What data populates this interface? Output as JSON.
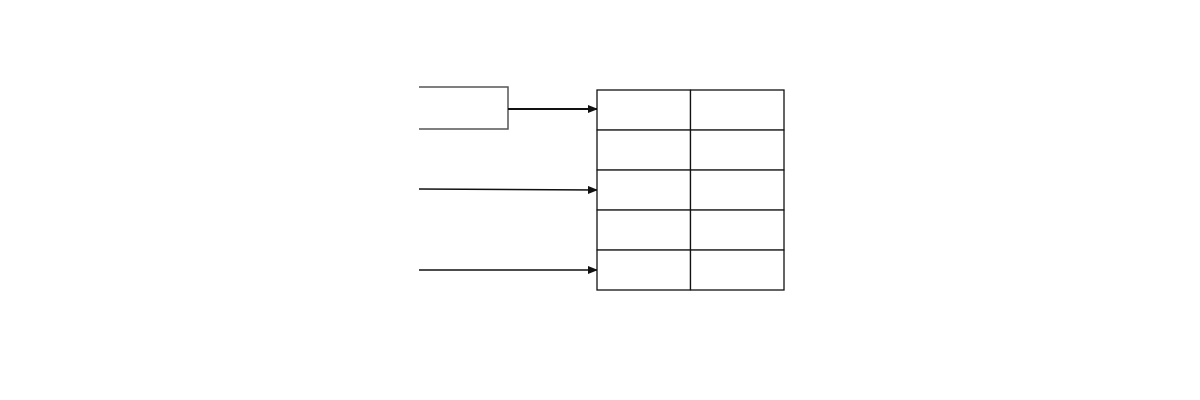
{
  "diagram": {
    "grid": {
      "rows": 5,
      "cols": 2,
      "cells": [
        [
          "",
          ""
        ],
        [
          "",
          ""
        ],
        [
          "",
          ""
        ],
        [
          "",
          ""
        ],
        [
          "",
          ""
        ]
      ]
    },
    "pointers": [
      {
        "id": "pointer-1",
        "target_row": 1,
        "from": "box"
      },
      {
        "id": "pointer-2",
        "target_row": 3,
        "from": "line"
      },
      {
        "id": "pointer-3",
        "target_row": 5,
        "from": "line"
      }
    ],
    "colors": {
      "line": "#111111",
      "box_stroke": "#555555",
      "background": "#ffffff"
    }
  }
}
